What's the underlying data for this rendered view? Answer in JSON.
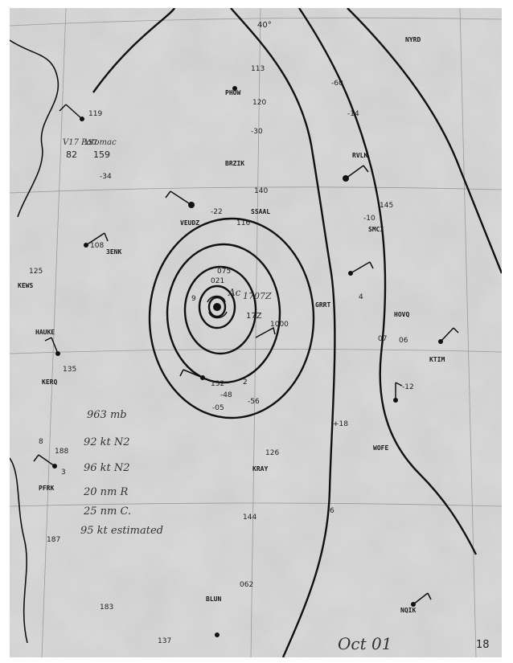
{
  "colors": {
    "paper": "#cfcfcf",
    "ink": "#111111",
    "grid": "#9a9a9a",
    "border": "#ffffff"
  },
  "map": {
    "meridian_label": "40°",
    "date_label": "Oct 01",
    "corner_label": "18",
    "storm_time": "17Z",
    "storm_note_a": "Ac",
    "storm_note_b": "1707Z",
    "intensity_notes": [
      "963 mb",
      "92 kt N2",
      "96 kt N2",
      "20 nm R",
      "25 nm C.",
      "95 kt estimated"
    ],
    "ship_note": "V17 Potomac",
    "ship_values": [
      "82",
      "159"
    ],
    "station_codes": [
      "NYRD",
      "PHOW",
      "BRZIK",
      "RVLK",
      "SSAAL",
      "VEUDZ",
      "SMCI",
      "3ENK",
      "KEWS",
      "KERQ",
      "PFRK",
      "KRAY",
      "BLUN",
      "WOFE",
      "HOVQ",
      "KTIM",
      "NQIK",
      "HAUKE",
      "GRRT"
    ],
    "plotted_values": [
      "157",
      "140",
      "135",
      "132",
      "116",
      "145",
      "120",
      "126",
      "125",
      "144",
      "075",
      "062",
      "021",
      "-30",
      "-22",
      "-48",
      "-34",
      "-05",
      "-14",
      "-10",
      "-56",
      "-60",
      "+18",
      "-12",
      "07",
      "06",
      "113",
      "119",
      "108",
      "137",
      "183",
      "187",
      "188"
    ],
    "pressure_label": "1000",
    "small_values": [
      "9",
      "8",
      "2",
      "4",
      "6",
      "3"
    ]
  }
}
